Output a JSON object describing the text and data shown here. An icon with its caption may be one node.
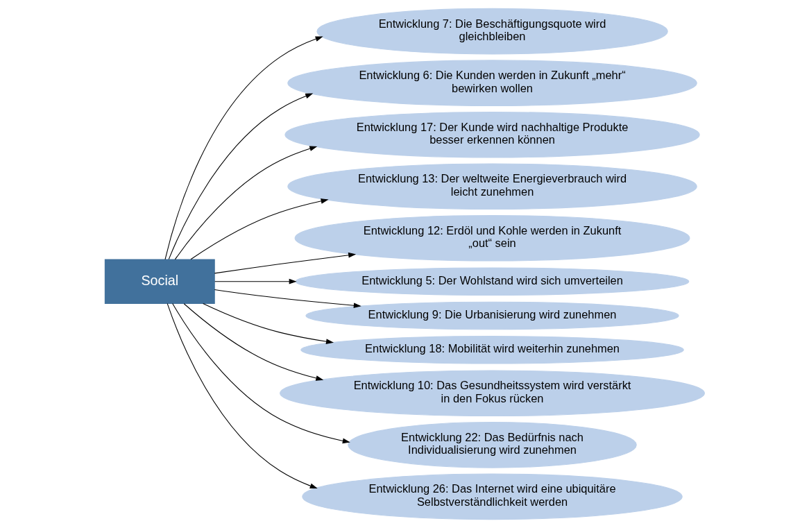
{
  "diagram": {
    "nodes": [
      {
        "text": [
          "Entwicklung 7: Die Beschäftigungsquote wird gleichbleiben"
        ]
      },
      {
        "text": [
          "Entwicklung 6: Die Kunden werden in Zukunft „mehr“ bewirken wollen"
        ]
      },
      {
        "text": [
          "Entwicklung 17: Der Kunde wird nachhaltige Produkte besser erkennen können"
        ]
      },
      {
        "text": [
          "Entwicklung 13: Der weltweite Energieverbrauch wird leicht zunehmen"
        ]
      },
      {
        "text": [
          "Entwicklung 12: Erdöl und Kohle werden in Zukunft „out“ sein"
        ]
      },
      {
        "text": [
          "Social"
        ]
      },
      {
        "text": [
          "Entwicklung 5: Der Wohlstand wird sich umverteilen"
        ]
      },
      {
        "text": [
          "Entwicklung 9: Die Urbanisierung wird zunehmen"
        ]
      },
      {
        "text": [
          "Entwicklung 18: Mobilität wird weiterhin zunehmen"
        ]
      },
      {
        "text": [
          "Entwicklung 10: Das Gesundheitssystem wird verstärkt in den Fokus rücken"
        ]
      },
      {
        "text": [
          "Entwicklung 22: Das Bedürfnis nach Individualisierung wird zunehmen"
        ]
      },
      {
        "text": [
          "Entwicklung 26: Das Internet wird eine ubiquitäre Selbstverständlichkeit werden"
        ]
      }
    ],
    "edges": [
      {
        "from": 5,
        "to": 0,
        "arrow": "to"
      },
      {
        "from": 5,
        "to": 1,
        "arrow": "to"
      },
      {
        "from": 5,
        "to": 2,
        "arrow": "to"
      },
      {
        "from": 5,
        "to": 3,
        "arrow": "to"
      },
      {
        "from": 5,
        "to": 4,
        "arrow": "to"
      },
      {
        "from": 5,
        "to": 6,
        "arrow": "to"
      },
      {
        "from": 5,
        "to": 7,
        "arrow": "to"
      },
      {
        "from": 5,
        "to": 8,
        "arrow": "to"
      },
      {
        "from": 5,
        "to": 9,
        "arrow": "to"
      },
      {
        "from": 5,
        "to": 10,
        "arrow": "to"
      },
      {
        "from": 5,
        "to": 11,
        "arrow": "to"
      }
    ]
  }
}
